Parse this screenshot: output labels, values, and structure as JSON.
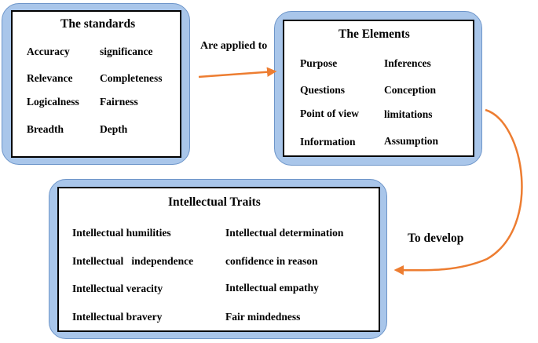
{
  "standards": {
    "title": "The standards",
    "items": [
      "Accuracy",
      "significance",
      "Relevance",
      "Completeness",
      "Logicalness",
      "Fairness",
      "Breadth",
      "Depth"
    ]
  },
  "elements": {
    "title": "The Elements",
    "items": [
      "Purpose",
      "Inferences",
      "Questions",
      "Conception",
      "Point of view",
      "limitations",
      "Information",
      "Assumption"
    ]
  },
  "traits": {
    "title": "Intellectual Traits",
    "items": [
      "Intellectual humilities",
      "Intellectual determination",
      "Intellectual   independence",
      "confidence in reason",
      "Intellectual veracity",
      "Intellectual empathy",
      "Intellectual bravery",
      "Fair mindedness"
    ]
  },
  "connectors": {
    "applied_label": "Are applied to",
    "develop_label": "To develop",
    "arrow_color": "#ed7d31",
    "box_fill": "#a9c6ea"
  }
}
